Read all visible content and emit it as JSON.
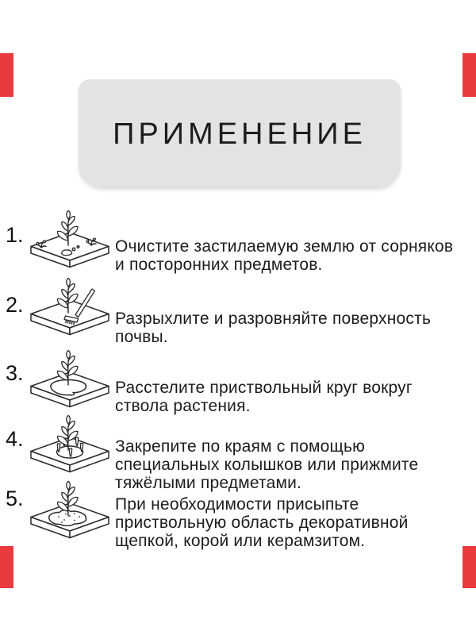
{
  "page": {
    "background": "#ffffff",
    "accent_red": "#ea3a3f",
    "line_art_color": "#2b2b2b"
  },
  "header": {
    "title": "ПРИМЕНЕНИЕ",
    "background": "#e3e3e3"
  },
  "steps": [
    {
      "number": "1.",
      "icon": "plot-with-weeds-and-debris",
      "lines": [
        "Очистите застилаемую землю от сорняков",
        "и посторонних предметов."
      ]
    },
    {
      "number": "2.",
      "icon": "plot-with-rake",
      "lines": [
        "Разрыхлите и разровняйте поверхность",
        "почвы."
      ]
    },
    {
      "number": "3.",
      "icon": "plot-with-trunk-circle-mat",
      "lines": [
        "Расстелите приствольный круг вокруг",
        "ствола растения."
      ]
    },
    {
      "number": "4.",
      "icon": "plot-with-fixing-pegs",
      "lines": [
        "Закрепите по краям с помощью",
        "специальных колышков или прижмите",
        "тяжёлыми предметами."
      ]
    },
    {
      "number": "5.",
      "icon": "plot-with-decorative-mulch",
      "lines": [
        "При необходимости присыпьте",
        "приствольную область декоративной",
        "щепкой, корой или керамзитом."
      ]
    }
  ]
}
